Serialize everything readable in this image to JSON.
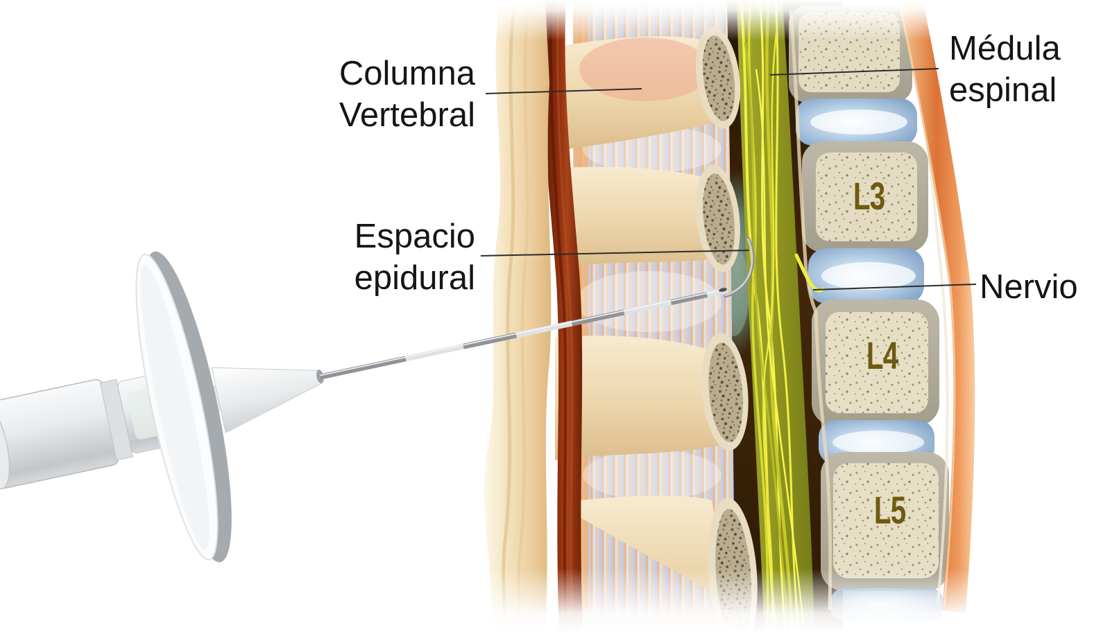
{
  "figure": {
    "type": "medical-illustration",
    "subject": "epidural-injection-lumbar-spine",
    "labels": {
      "columna_vertebral": {
        "line1": "Columna",
        "line2": "Vertebral"
      },
      "medula_espinal": {
        "line1": "Médula",
        "line2": "espinal"
      },
      "espacio_epidural": {
        "line1": "Espacio",
        "line2": "epidural"
      },
      "nervio": {
        "text": "Nervio"
      }
    },
    "vertebrae": {
      "l3": "L3",
      "l4": "L4",
      "l5": "L5"
    },
    "colors": {
      "label_text": "#151515",
      "vertebra_label_text": "#6e5a10",
      "leader_line": "#2b2b2b",
      "skin_cream": "#f4e2bd",
      "muscle_red": "#8f2f0c",
      "ligament_stripe_blue": "#c6cbdf",
      "ligament_stripe_orange": "#eeb583",
      "bone_tan": "#ecd5ab",
      "marrow_speckle": "#b9ac8f",
      "epidural_teal": "#6f8c78",
      "nerve_yellow": "#eef046",
      "disc_blue": "#9fbedd",
      "vertebra_rim_gray": "#b2ad9c",
      "vertebra_body": "#e3dcc2",
      "outer_band_orange": "#dc7336",
      "needle_light_gray": "#dfe2e4",
      "needle_dark_gray": "#8f9296",
      "device_white": "#f8f9fa"
    }
  }
}
